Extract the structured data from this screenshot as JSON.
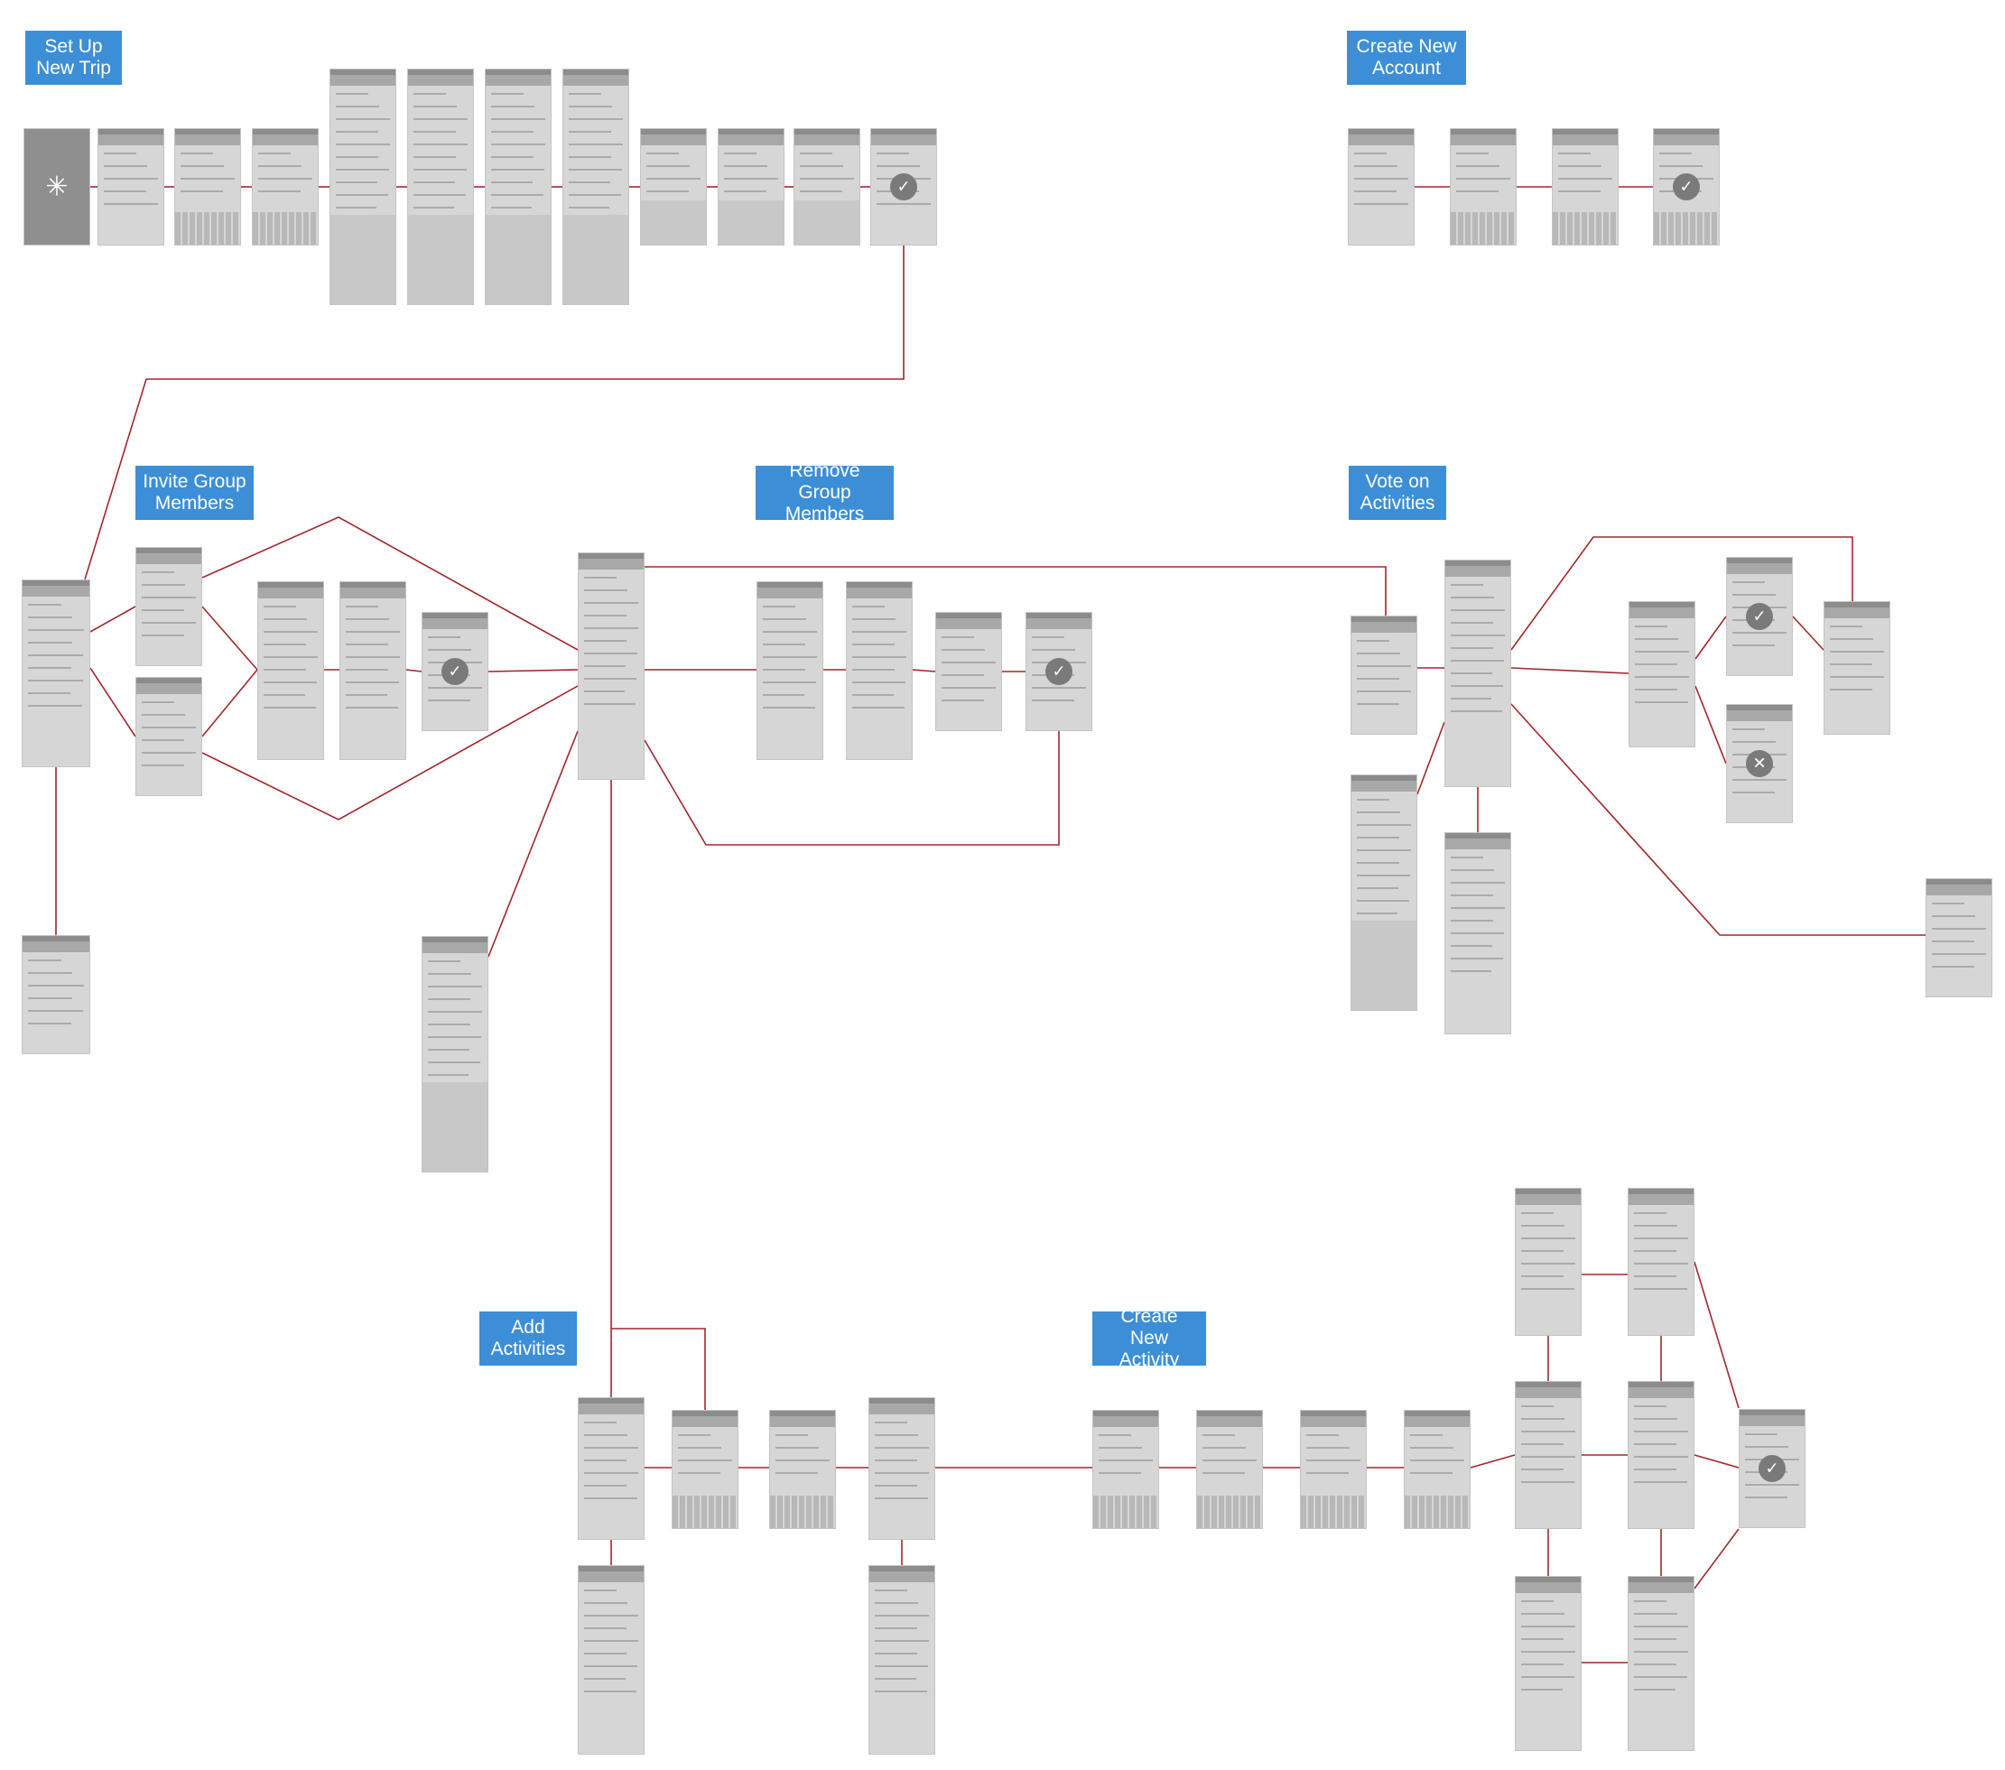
{
  "flows": [
    {
      "id": "setup",
      "label": "Set Up\nNew Trip"
    },
    {
      "id": "account",
      "label": "Create New\nAccount"
    },
    {
      "id": "invite",
      "label": "Invite Group\nMembers"
    },
    {
      "id": "remove",
      "label": "Remove Group\nMembers"
    },
    {
      "id": "vote",
      "label": "Vote on\nActivities"
    },
    {
      "id": "add",
      "label": "Add\nActivities"
    },
    {
      "id": "create",
      "label": "Create New\nActivity"
    }
  ],
  "colors": {
    "label_bg": "#3c8fd6",
    "connector": "#a3262c",
    "screen": "#d6d6d6"
  },
  "icons": {
    "splash": "asterisk-icon",
    "confirm": "checkmark-icon",
    "reject": "cross-icon"
  }
}
